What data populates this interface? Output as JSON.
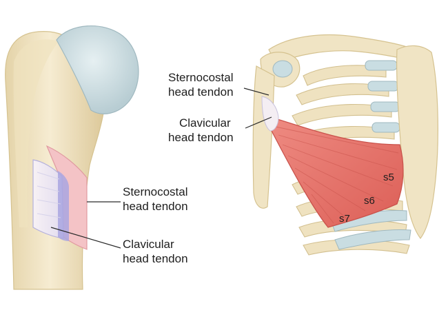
{
  "labels": {
    "left_sternocostal": [
      "Sternocostal",
      "head tendon"
    ],
    "left_clavicular": [
      "Clavicular",
      "head tendon"
    ],
    "right_sternocostal": [
      "Sternocostal",
      "head tendon"
    ],
    "right_clavicular": [
      "Clavicular",
      "head tendon"
    ]
  },
  "rib_labels": {
    "s5": "s5",
    "s6": "s6",
    "s7": "s7"
  },
  "colors": {
    "bone": "#f0e4c4",
    "bone_shadow": "#d9c79a",
    "cartilage": "#c9dde2",
    "muscle": "#e8736a",
    "muscle_dark": "#c9524b",
    "tendon": "#f3c9cc",
    "tendon_deep": "#a9a6e0"
  }
}
